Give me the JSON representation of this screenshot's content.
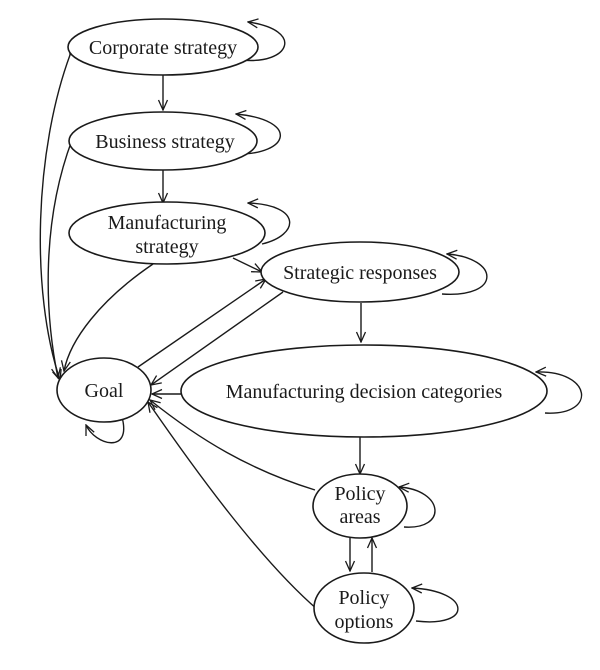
{
  "nodes": {
    "corporate": {
      "lines": [
        "Corporate strategy"
      ]
    },
    "business": {
      "lines": [
        "Business strategy"
      ]
    },
    "manufacturing": {
      "lines": [
        "Manufacturing",
        "strategy"
      ]
    },
    "responses": {
      "lines": [
        "Strategic responses"
      ]
    },
    "goal": {
      "lines": [
        "Goal"
      ]
    },
    "decisions": {
      "lines": [
        "Manufacturing decision categories"
      ]
    },
    "areas": {
      "lines": [
        "Policy",
        "areas"
      ]
    },
    "options": {
      "lines": [
        "Policy",
        "options"
      ]
    }
  }
}
